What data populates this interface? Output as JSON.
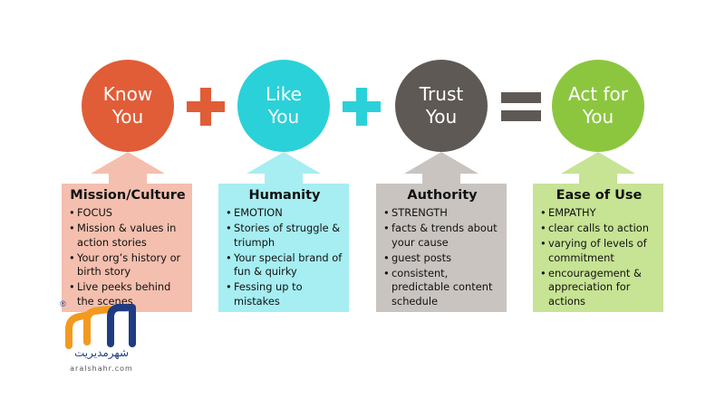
{
  "colors": {
    "know": "#e05d38",
    "like": "#2bd1d8",
    "trust": "#5e5955",
    "act": "#8cc63f",
    "mission_bg": "#f4bfae",
    "humanity_bg": "#a6eef2",
    "authority_bg": "#c9c4c0",
    "ease_bg": "#c7e394",
    "operator_plus_1": "#e05d38",
    "operator_plus_2": "#2bd1d8",
    "operator_equals": "#5e5955",
    "logo_orange": "#f39a1e",
    "logo_blue": "#1f3b82"
  },
  "circles": [
    {
      "line1": "Know",
      "line2": "You"
    },
    {
      "line1": "Like",
      "line2": "You"
    },
    {
      "line1": "Trust",
      "line2": "You"
    },
    {
      "line1": "Act for",
      "line2": "You"
    }
  ],
  "cards": [
    {
      "title": "Mission/Culture",
      "items": [
        "FOCUS",
        "Mission & values in action stories",
        "Your org’s history or birth story",
        "Live peeks behind the scenes"
      ]
    },
    {
      "title": "Humanity",
      "items": [
        "EMOTION",
        "Stories of struggle & triumph",
        "Your special brand of fun & quirky",
        "Fessing up to mistakes"
      ]
    },
    {
      "title": "Authority",
      "items": [
        "STRENGTH",
        "facts & trends about your cause",
        "guest posts",
        "consistent, predictable content schedule"
      ]
    },
    {
      "title": "Ease of Use",
      "items": [
        "EMPATHY",
        "clear calls to action",
        "varying of levels of commitment",
        "encouragement & appreciation for actions"
      ]
    }
  ],
  "logo": {
    "registered": "®",
    "tagline_fa": "شهرمدیریت",
    "url": "aralshahr.com"
  }
}
